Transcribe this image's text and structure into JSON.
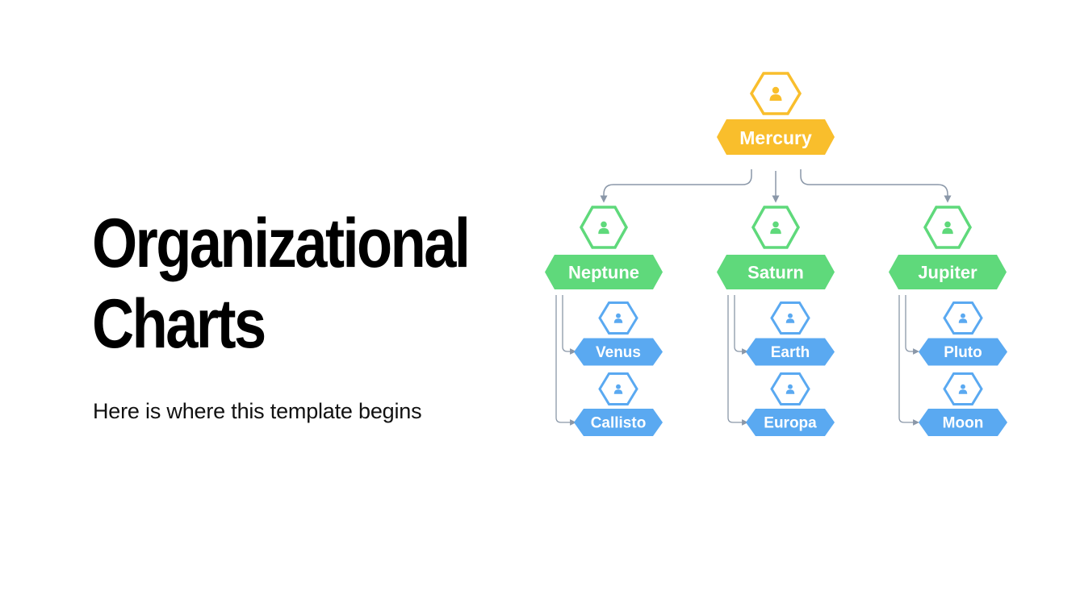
{
  "slide": {
    "title_line1": "Organizational",
    "title_line2": "Charts",
    "subtitle": "Here is where this template begins"
  },
  "colors": {
    "level1": "#F9BE2C",
    "level2": "#5FD97B",
    "level3": "#5AA9F1",
    "connector": "#8A97A8"
  },
  "org_chart": {
    "root": {
      "label": "Mercury",
      "icon": "user-icon"
    },
    "branches": [
      {
        "label": "Neptune",
        "icon": "user-icon",
        "children": [
          {
            "label": "Venus",
            "icon": "user-icon"
          },
          {
            "label": "Callisto",
            "icon": "user-icon"
          }
        ]
      },
      {
        "label": "Saturn",
        "icon": "user-icon",
        "children": [
          {
            "label": "Earth",
            "icon": "user-icon"
          },
          {
            "label": "Europa",
            "icon": "user-icon"
          }
        ]
      },
      {
        "label": "Jupiter",
        "icon": "user-icon",
        "children": [
          {
            "label": "Pluto",
            "icon": "user-icon"
          },
          {
            "label": "Moon",
            "icon": "user-icon"
          }
        ]
      }
    ]
  }
}
